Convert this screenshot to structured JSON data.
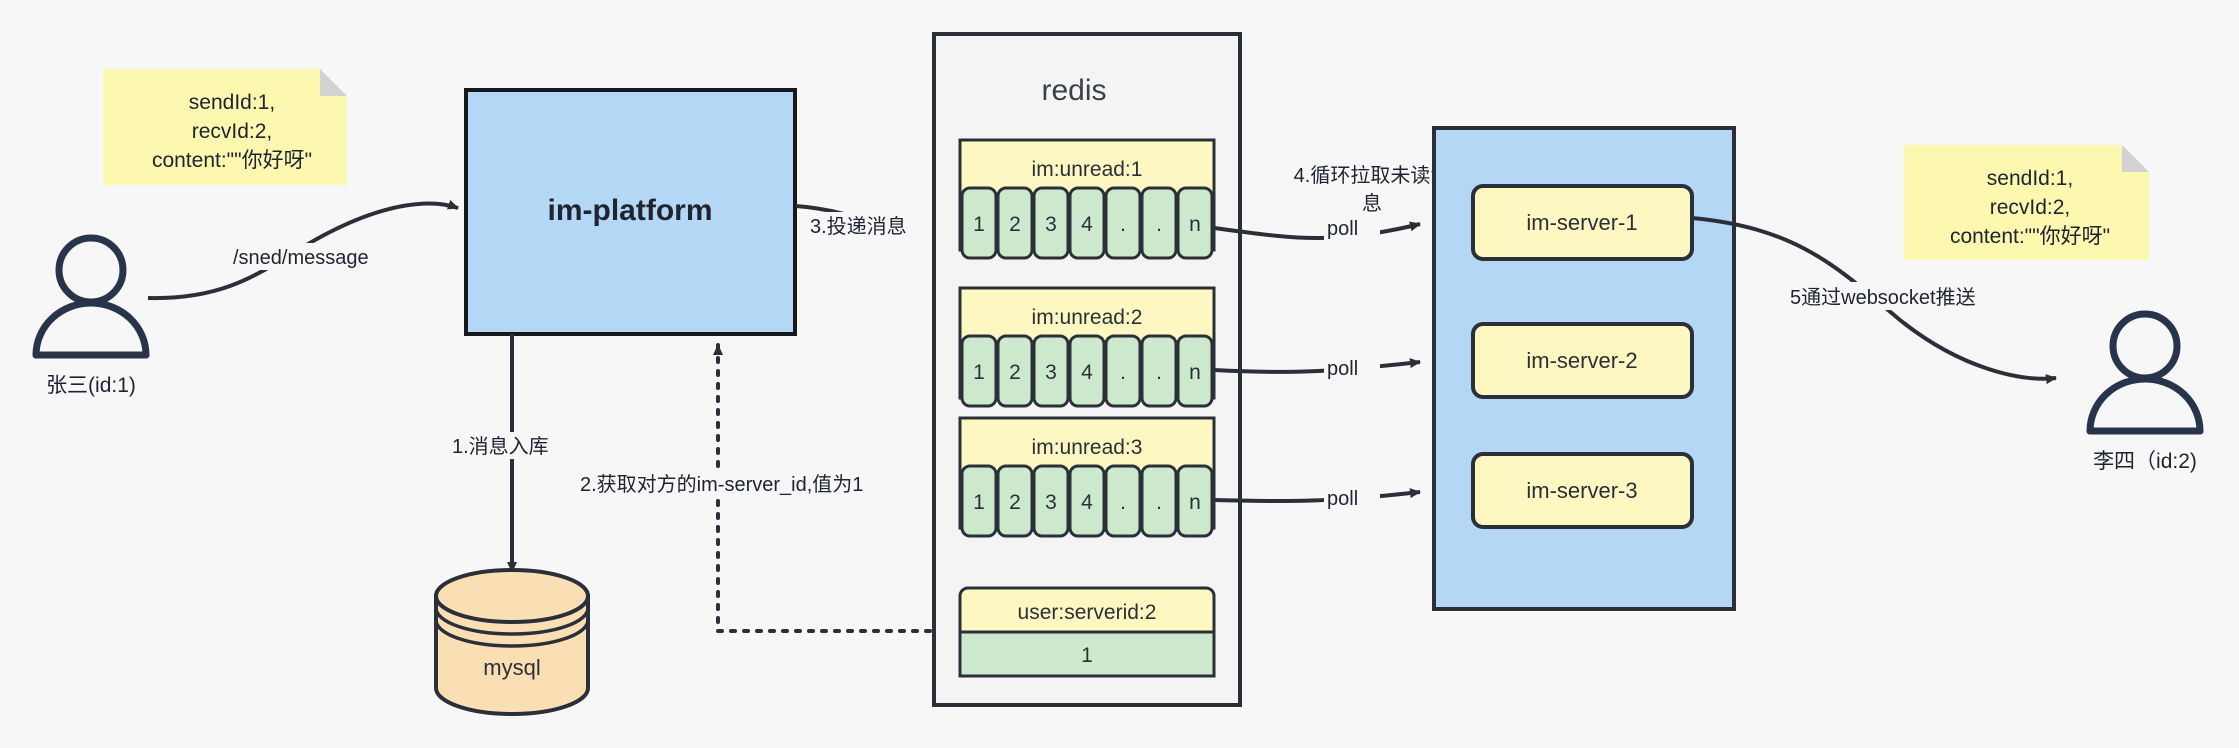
{
  "diagram": {
    "title": "IM message delivery architecture",
    "colors": {
      "background": "#f7f7f7",
      "stroke": "#2b3038",
      "blue_fill": "#b4d7f5",
      "yellow_note": "#fdf8b0",
      "yellow_box": "#fdf7c2",
      "green_cell": "#cde9cd",
      "orange_fill": "#fbdfb4",
      "container_fill": "#f4f4f4"
    }
  },
  "sender": {
    "actor_label": "张三(id:1)",
    "note": "sendId:1,\nrecvId:2,\ncontent:\"\"你好呀\"",
    "note_lines": [
      "sendId:1,",
      "recvId:2,",
      "content:\"\"你好呀\""
    ]
  },
  "receiver": {
    "actor_label": "李四（id:2)",
    "note_lines": [
      "sendId:1,",
      "recvId:2,",
      "content:\"\"你好呀\""
    ]
  },
  "platform": {
    "label": "im-platform"
  },
  "database": {
    "label": "mysql"
  },
  "redis": {
    "title": "redis",
    "queues": [
      {
        "key": "im:unread:1",
        "cells": [
          "1",
          "2",
          "3",
          "4",
          ".",
          ".",
          "n"
        ]
      },
      {
        "key": "im:unread:2",
        "cells": [
          "1",
          "2",
          "3",
          "4",
          ".",
          ".",
          "n"
        ]
      },
      {
        "key": "im:unread:3",
        "cells": [
          "1",
          "2",
          "3",
          "4",
          ".",
          ".",
          "n"
        ]
      }
    ],
    "map_entry": {
      "key": "user:serverid:2",
      "value": "1"
    }
  },
  "server_cluster": {
    "servers": [
      {
        "label": "im-server-1"
      },
      {
        "label": "im-server-2"
      },
      {
        "label": "im-server-3"
      }
    ]
  },
  "edges": {
    "send_message": "/sned/message",
    "step1": "1.消息入库",
    "step2": "2.获取对方的im-server_id,值为1",
    "step3": "3.投递消息",
    "step4_line1": "4.循环拉取未读消",
    "step4_line2": "息",
    "poll": "poll",
    "step5": "5通过websocket推送"
  }
}
